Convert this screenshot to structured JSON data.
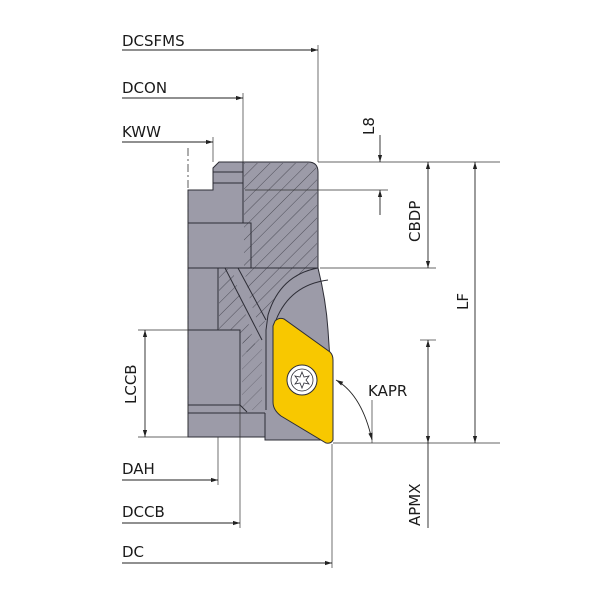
{
  "labels": {
    "dcsfms": "DCSFMS",
    "dcon": "DCON",
    "kww": "KWW",
    "l8": "L8",
    "cbdp": "CBDP",
    "lf": "LF",
    "kapr": "KAPR",
    "lccb": "LCCB",
    "apmx": "APMX",
    "dah": "DAH",
    "dccb": "DCCB",
    "dc": "DC"
  },
  "colors": {
    "body": "#9c9ba8",
    "insert": "#f8c800",
    "outline": "#2d2d36"
  }
}
